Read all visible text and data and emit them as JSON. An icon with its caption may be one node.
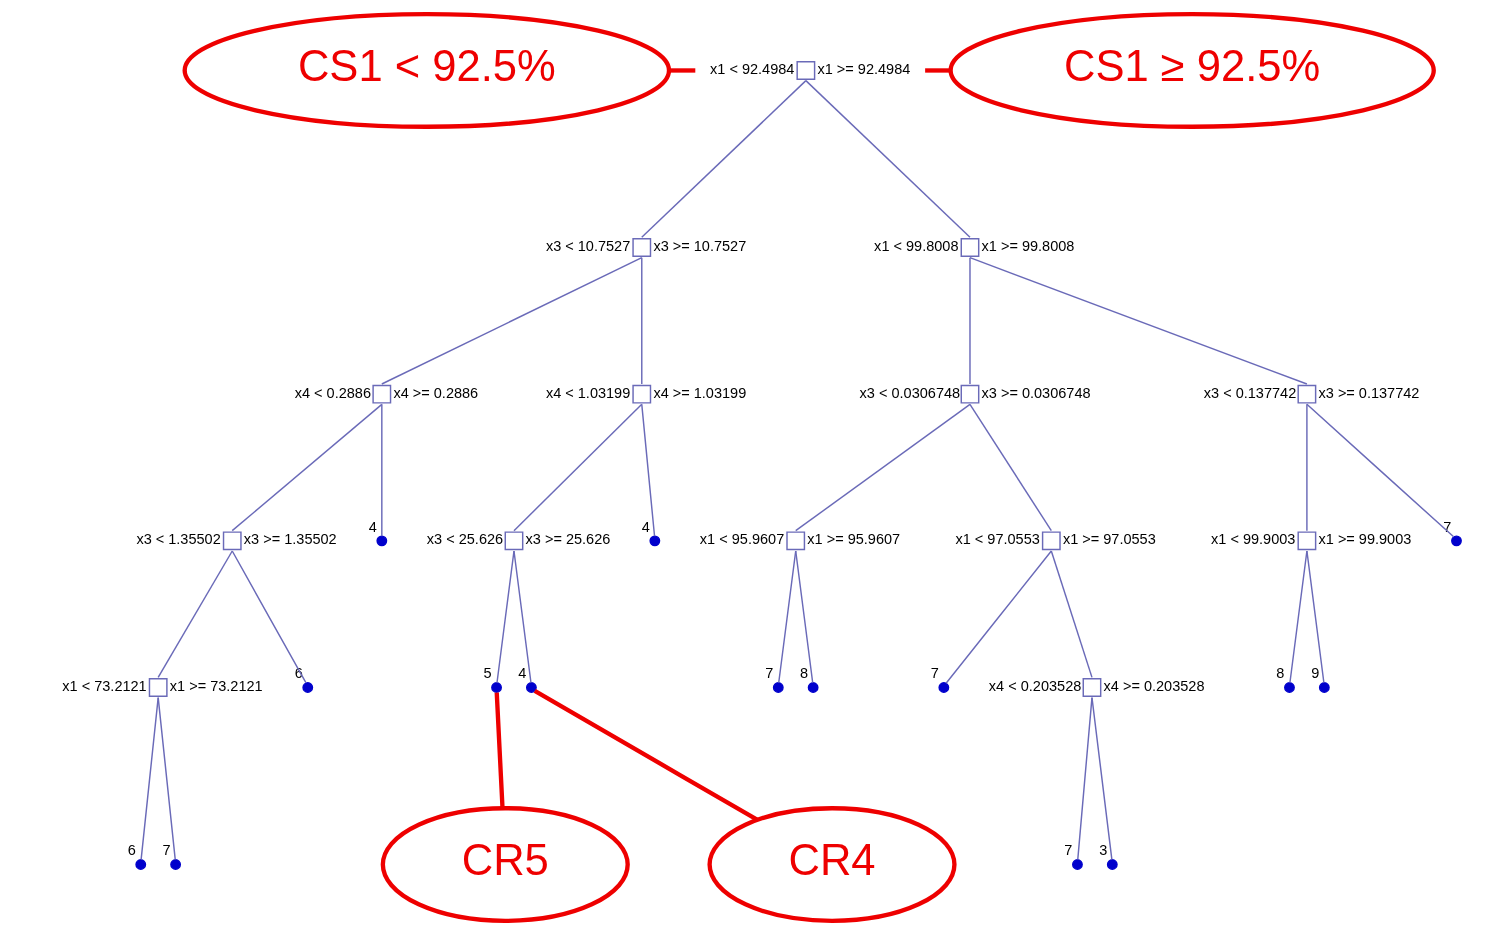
{
  "diagram": {
    "nodes": [
      {
        "text": [
          "CS1 < 92.5%"
        ]
      },
      {
        "text": [
          "x1 < 92.4984",
          "x1 >= 92.4984"
        ]
      },
      {
        "text": [
          "CS1 ≥ 92.5%"
        ]
      },
      {
        "text": [
          "x3 < 10.7527",
          "x3 >= 10.7527"
        ]
      },
      {
        "text": [
          "x1 < 99.8008",
          "x1 >= 99.8008"
        ]
      },
      {
        "text": [
          "x4 < 0.2886",
          "x4 >= 0.2886"
        ]
      },
      {
        "text": [
          "x4 < 1.03199",
          "x4 >= 1.03199"
        ]
      },
      {
        "text": [
          "x3 < 0.0306748",
          "x3 >= 0.0306748"
        ]
      },
      {
        "text": [
          "x3 < 0.137742",
          "x3 >= 0.137742"
        ]
      },
      {
        "text": [
          "x3 < 1.35502",
          "x3 >= 1.35502"
        ]
      },
      {
        "text": [],
        "shape": "circle",
        "beside": [
          "4"
        ]
      },
      {
        "text": [
          "x3 < 25.626",
          "x3 >= 25.626"
        ]
      },
      {
        "text": [],
        "shape": "circle",
        "beside": [
          "4"
        ]
      },
      {
        "text": [
          "x1 < 95.9607",
          "x1 >= 95.9607"
        ]
      },
      {
        "text": [
          "x1 < 97.0553",
          "x1 >= 97.0553"
        ]
      },
      {
        "text": [
          "x1 < 99.9003",
          "x1 >= 99.9003"
        ]
      },
      {
        "text": [],
        "shape": "circle",
        "beside": [
          "7"
        ]
      },
      {
        "text": [
          "x1 < 73.2121",
          "x1 >= 73.2121"
        ]
      },
      {
        "text": [],
        "shape": "circle",
        "beside": [
          "6"
        ]
      },
      {
        "text": [],
        "shape": "circle",
        "beside": [
          "5"
        ]
      },
      {
        "text": [],
        "shape": "circle",
        "beside": [
          "4"
        ]
      },
      {
        "text": [],
        "shape": "circle",
        "beside": [
          "7"
        ]
      },
      {
        "text": [],
        "shape": "circle",
        "beside": [
          "8"
        ]
      },
      {
        "text": [],
        "shape": "circle",
        "beside": [
          "7"
        ]
      },
      {
        "text": [
          "x4 < 0.203528",
          "x4 >= 0.203528"
        ]
      },
      {
        "text": [],
        "shape": "circle",
        "beside": [
          "8"
        ]
      },
      {
        "text": [],
        "shape": "circle",
        "beside": [
          "9"
        ]
      },
      {
        "text": [],
        "shape": "circle",
        "beside": [
          "6"
        ]
      },
      {
        "text": [],
        "shape": "circle",
        "beside": [
          "7"
        ]
      },
      {
        "text": [
          "CR5"
        ]
      },
      {
        "text": [
          "CR4"
        ]
      },
      {
        "text": [],
        "shape": "circle",
        "beside": [
          "7"
        ]
      },
      {
        "text": [],
        "shape": "circle",
        "beside": [
          "3"
        ]
      }
    ],
    "edges": [
      {
        "from": 0,
        "to": 1,
        "arrow": "none",
        "style": "thick",
        "color": "#ee0000"
      },
      {
        "from": 2,
        "to": 1,
        "arrow": "none",
        "style": "thick",
        "color": "#ee0000"
      },
      {
        "from": 1,
        "to": 3,
        "arrow": "none"
      },
      {
        "from": 1,
        "to": 4,
        "arrow": "none"
      },
      {
        "from": 3,
        "to": 5,
        "arrow": "none"
      },
      {
        "from": 3,
        "to": 6,
        "arrow": "none"
      },
      {
        "from": 4,
        "to": 7,
        "arrow": "none"
      },
      {
        "from": 4,
        "to": 8,
        "arrow": "none"
      },
      {
        "from": 5,
        "to": 9,
        "arrow": "none"
      },
      {
        "from": 5,
        "to": 10,
        "arrow": "none"
      },
      {
        "from": 6,
        "to": 11,
        "arrow": "none"
      },
      {
        "from": 6,
        "to": 12,
        "arrow": "none"
      },
      {
        "from": 7,
        "to": 13,
        "arrow": "none"
      },
      {
        "from": 7,
        "to": 14,
        "arrow": "none"
      },
      {
        "from": 8,
        "to": 15,
        "arrow": "none"
      },
      {
        "from": 8,
        "to": 16,
        "arrow": "none"
      },
      {
        "from": 9,
        "to": 17,
        "arrow": "none"
      },
      {
        "from": 9,
        "to": 18,
        "arrow": "none"
      },
      {
        "from": 11,
        "to": 19,
        "arrow": "none"
      },
      {
        "from": 11,
        "to": 20,
        "arrow": "none"
      },
      {
        "from": 13,
        "to": 21,
        "arrow": "none"
      },
      {
        "from": 13,
        "to": 22,
        "arrow": "none"
      },
      {
        "from": 14,
        "to": 23,
        "arrow": "none"
      },
      {
        "from": 14,
        "to": 24,
        "arrow": "none"
      },
      {
        "from": 15,
        "to": 25,
        "arrow": "none"
      },
      {
        "from": 15,
        "to": 26,
        "arrow": "none"
      },
      {
        "from": 17,
        "to": 27,
        "arrow": "none"
      },
      {
        "from": 17,
        "to": 28,
        "arrow": "none"
      },
      {
        "from": 29,
        "to": 19,
        "arrow": "none",
        "style": "thick",
        "color": "#ee0000"
      },
      {
        "from": 30,
        "to": 20,
        "arrow": "none",
        "style": "thick",
        "color": "#ee0000"
      },
      {
        "from": 24,
        "to": 31,
        "arrow": "none"
      },
      {
        "from": 24,
        "to": 32,
        "arrow": "none"
      }
    ]
  }
}
